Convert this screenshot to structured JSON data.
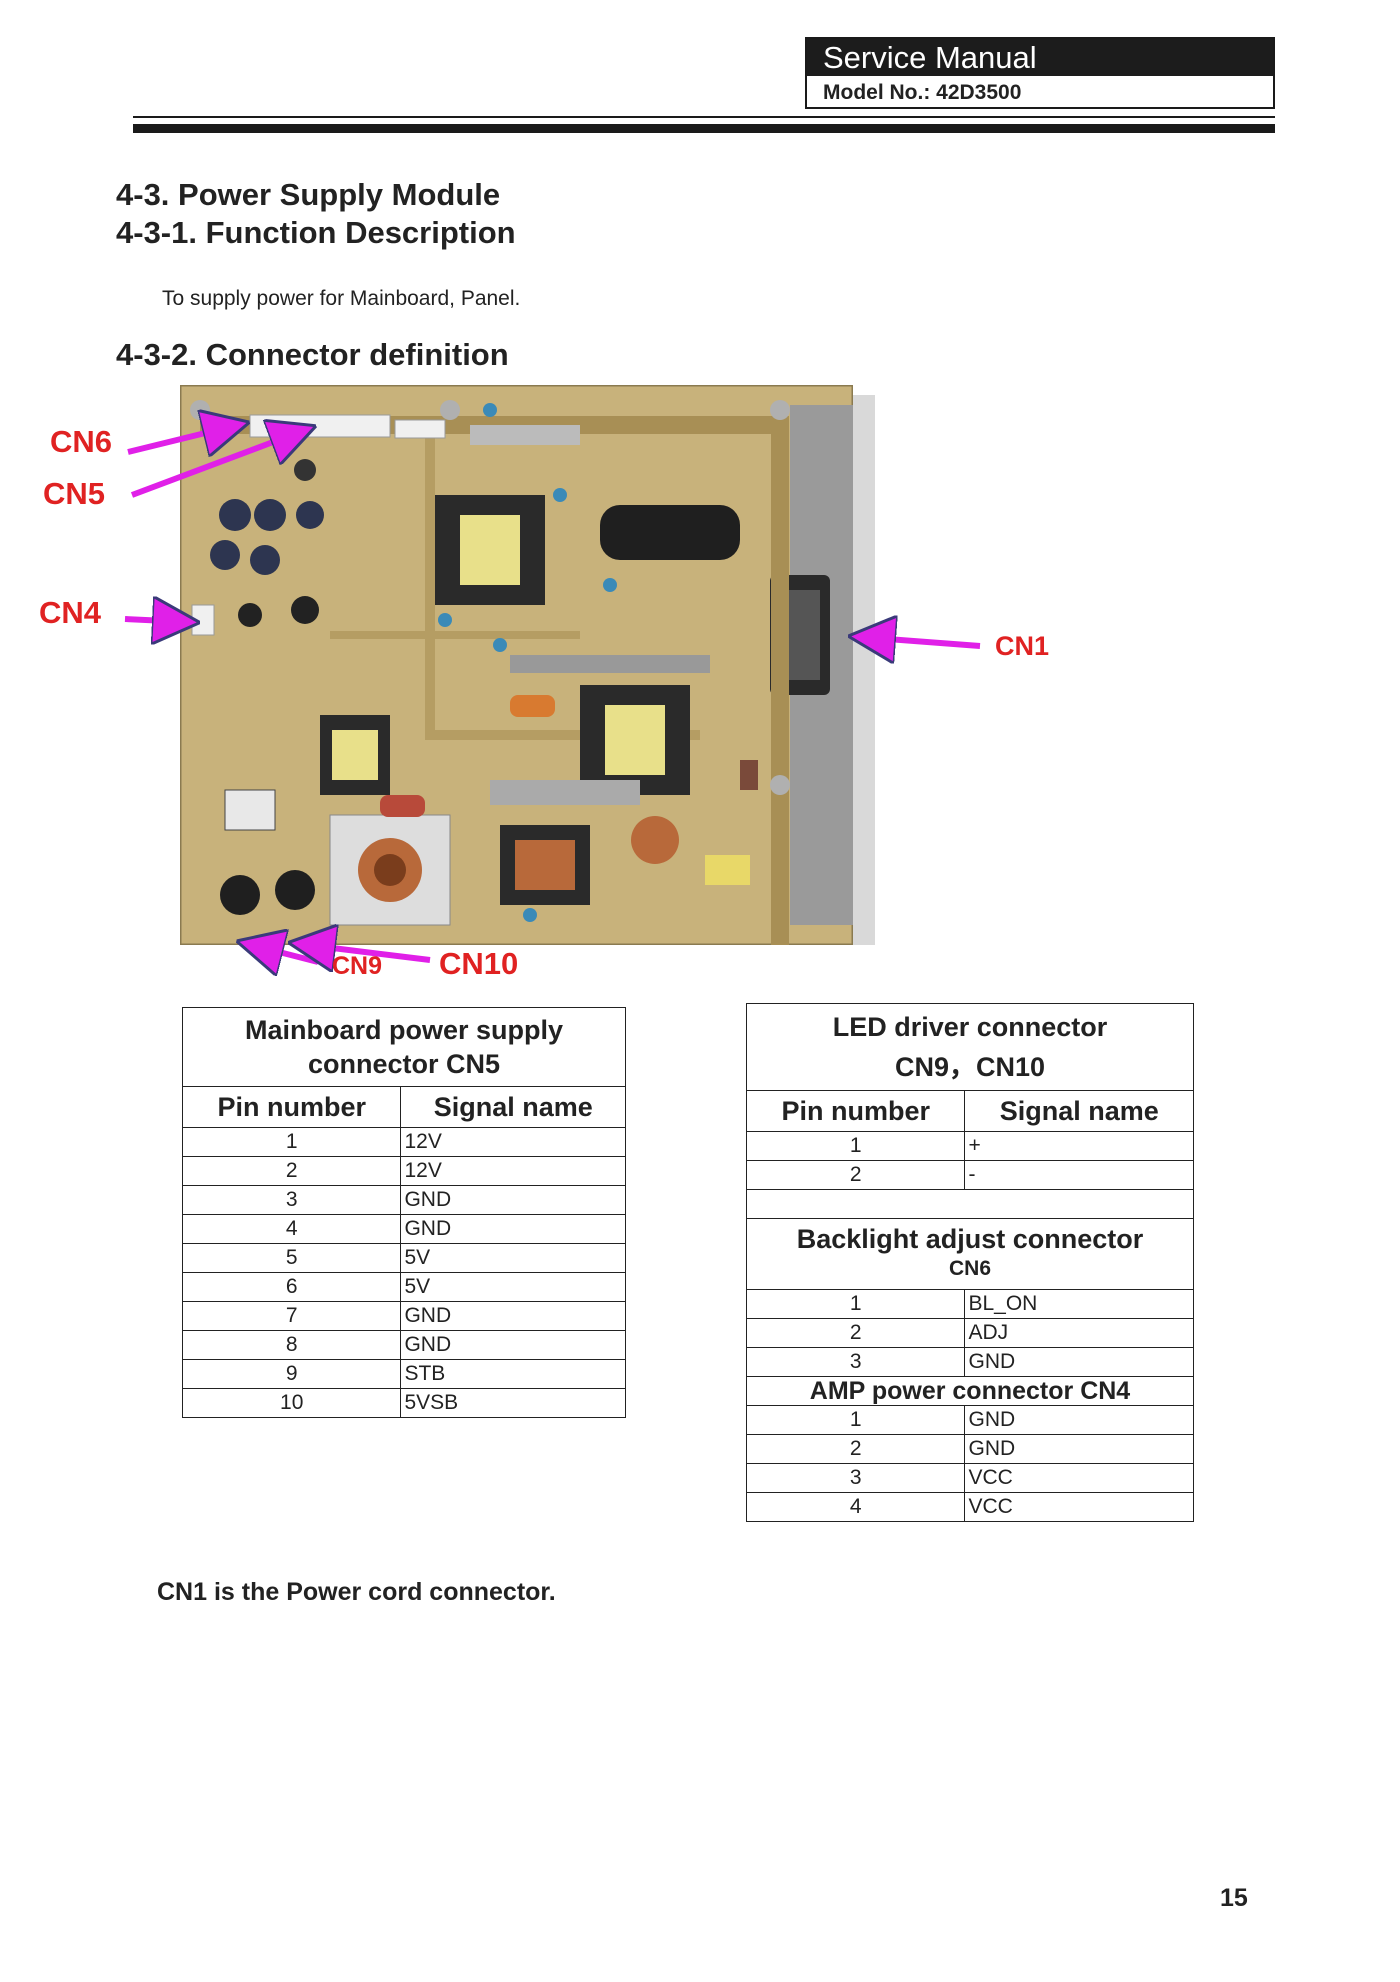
{
  "header": {
    "title": "Service Manual",
    "model": "Model No.: 42D3500"
  },
  "sections": {
    "h1": "4-3. Power Supply Module",
    "h2": "4-3-1. Function Description",
    "description": "To supply power for Mainboard, Panel.",
    "h3": "4-3-2. Connector definition"
  },
  "callouts": {
    "cn6": "CN6",
    "cn5": "CN5",
    "cn4": "CN4",
    "cn1": "CN1",
    "cn9": "CN9",
    "cn10": "CN10"
  },
  "table_cn5": {
    "title_line1": "Mainboard power supply",
    "title_line2": "connector CN5",
    "col_pin": "Pin number",
    "col_signal": "Signal name",
    "rows": [
      {
        "pin": "1",
        "signal": "12V"
      },
      {
        "pin": "2",
        "signal": "12V"
      },
      {
        "pin": "3",
        "signal": "GND"
      },
      {
        "pin": "4",
        "signal": "GND"
      },
      {
        "pin": "5",
        "signal": "5V"
      },
      {
        "pin": "6",
        "signal": "5V"
      },
      {
        "pin": "7",
        "signal": "GND"
      },
      {
        "pin": "8",
        "signal": "GND"
      },
      {
        "pin": "9",
        "signal": "STB"
      },
      {
        "pin": "10",
        "signal": "5VSB"
      }
    ]
  },
  "table_led": {
    "title_line1": "LED driver connector",
    "title_line2": "CN9，CN10",
    "col_pin": "Pin number",
    "col_signal": "Signal name",
    "rows": [
      {
        "pin": "1",
        "signal": "+"
      },
      {
        "pin": "2",
        "signal": "-"
      }
    ],
    "backlight_title": "Backlight adjust connector",
    "backlight_sub": "CN6",
    "backlight_rows": [
      {
        "pin": "1",
        "signal": "BL_ON"
      },
      {
        "pin": "2",
        "signal": "ADJ"
      },
      {
        "pin": "3",
        "signal": "GND"
      }
    ],
    "amp_title": "AMP power connector CN4",
    "amp_rows": [
      {
        "pin": "1",
        "signal": "GND"
      },
      {
        "pin": "2",
        "signal": "GND"
      },
      {
        "pin": "3",
        "signal": "VCC"
      },
      {
        "pin": "4",
        "signal": "VCC"
      }
    ]
  },
  "note": "CN1 is the Power cord connector.",
  "page_number": "15",
  "colors": {
    "callout": "#e02222",
    "arrow": "#e020e8",
    "board": "#c9b27a"
  }
}
